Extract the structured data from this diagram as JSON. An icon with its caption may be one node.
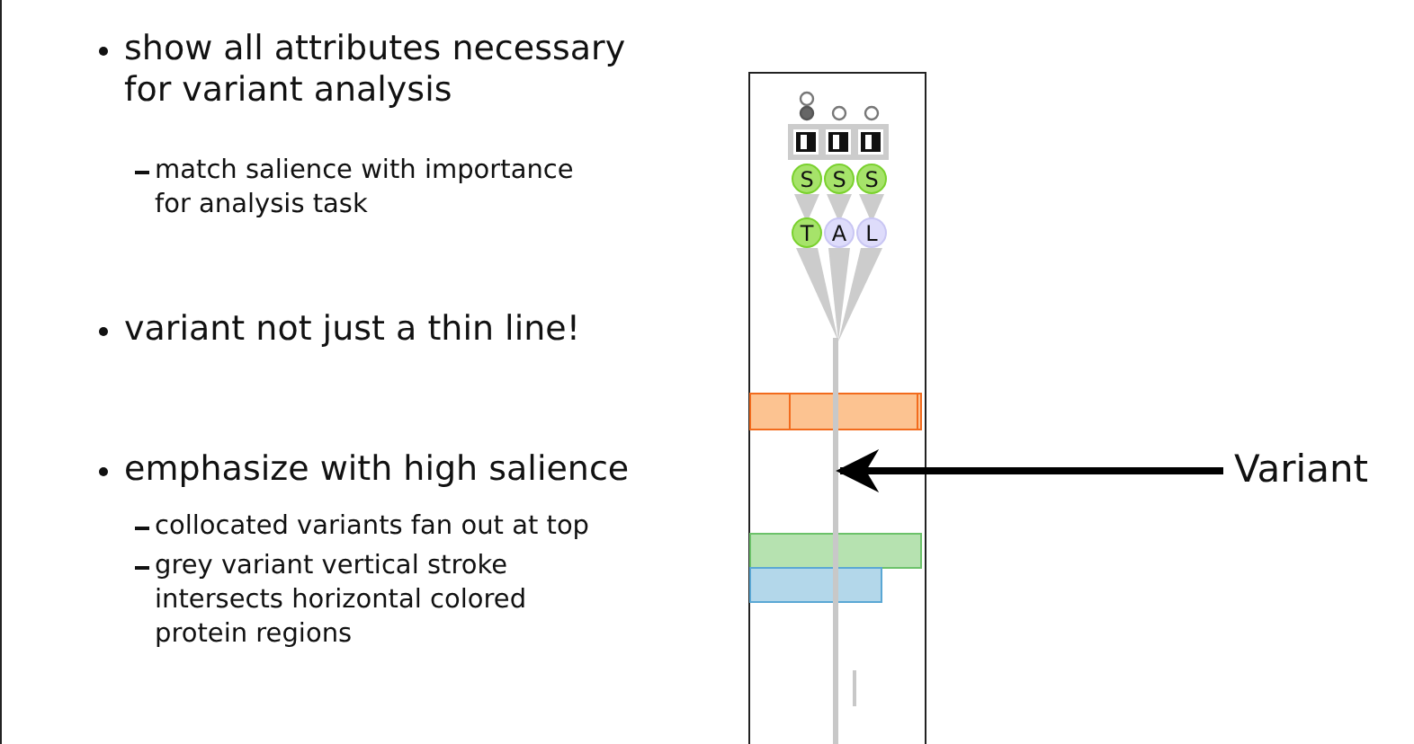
{
  "diagram": {
    "nodes": [
      {
        "text": [
          "Variant"
        ]
      },
      {
        "text": [],
        "shape": "bar"
      }
    ],
    "edges": [
      {
        "from": 0,
        "to": 1,
        "arrow": "to"
      }
    ],
    "labels": [
      "show all attributes necessary for variant analysis",
      "match salience with importance for analysis task",
      "variant not just a thin line!",
      "emphasize with high salience",
      "collocated variants fan out at top",
      "grey variant vertical stroke intersects horizontal colored protein regions",
      "S",
      "S",
      "S",
      "T",
      "A",
      "L"
    ]
  }
}
